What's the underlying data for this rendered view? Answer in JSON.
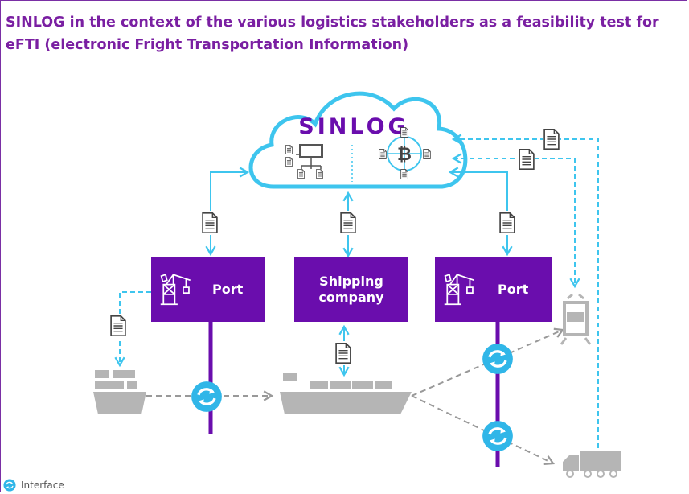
{
  "title": "SINLOG in the context of the various logistics stakeholders as a feasibility test for eFTI (electronic Fright Transportation Information)",
  "cloud": {
    "label": "SINLOG"
  },
  "nodes": {
    "port_left": {
      "label": "Port"
    },
    "shipping_company": {
      "label": "Shipping company"
    },
    "port_right": {
      "label": "Port"
    }
  },
  "legend": {
    "icon": "interface-icon",
    "label": "Interface"
  },
  "colors": {
    "primary": "#6a0dad",
    "title": "#7a1fa2",
    "data_flow": "#3ec5ee",
    "transport_flow": "#9a9a9a",
    "vessel": "#b5b5b5"
  }
}
